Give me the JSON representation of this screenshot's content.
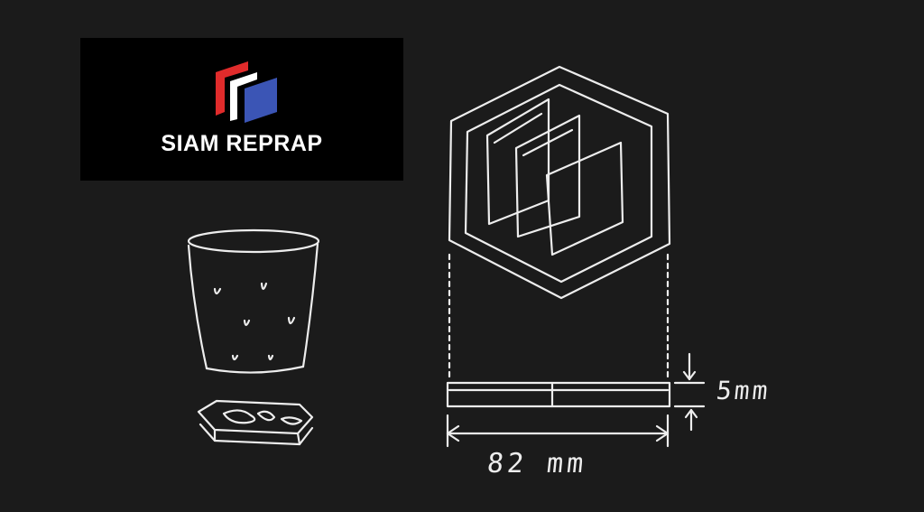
{
  "logo": {
    "text": "SIAM REPRAP",
    "colors": {
      "red": "#e02b2b",
      "white": "#ffffff",
      "blue": "#3b55b5",
      "background": "#000000"
    }
  },
  "sketch": {
    "stroke_color": "#ededed",
    "background": "#1b1b1b",
    "dimension_width": "82 mm",
    "dimension_thickness": "5mm"
  }
}
